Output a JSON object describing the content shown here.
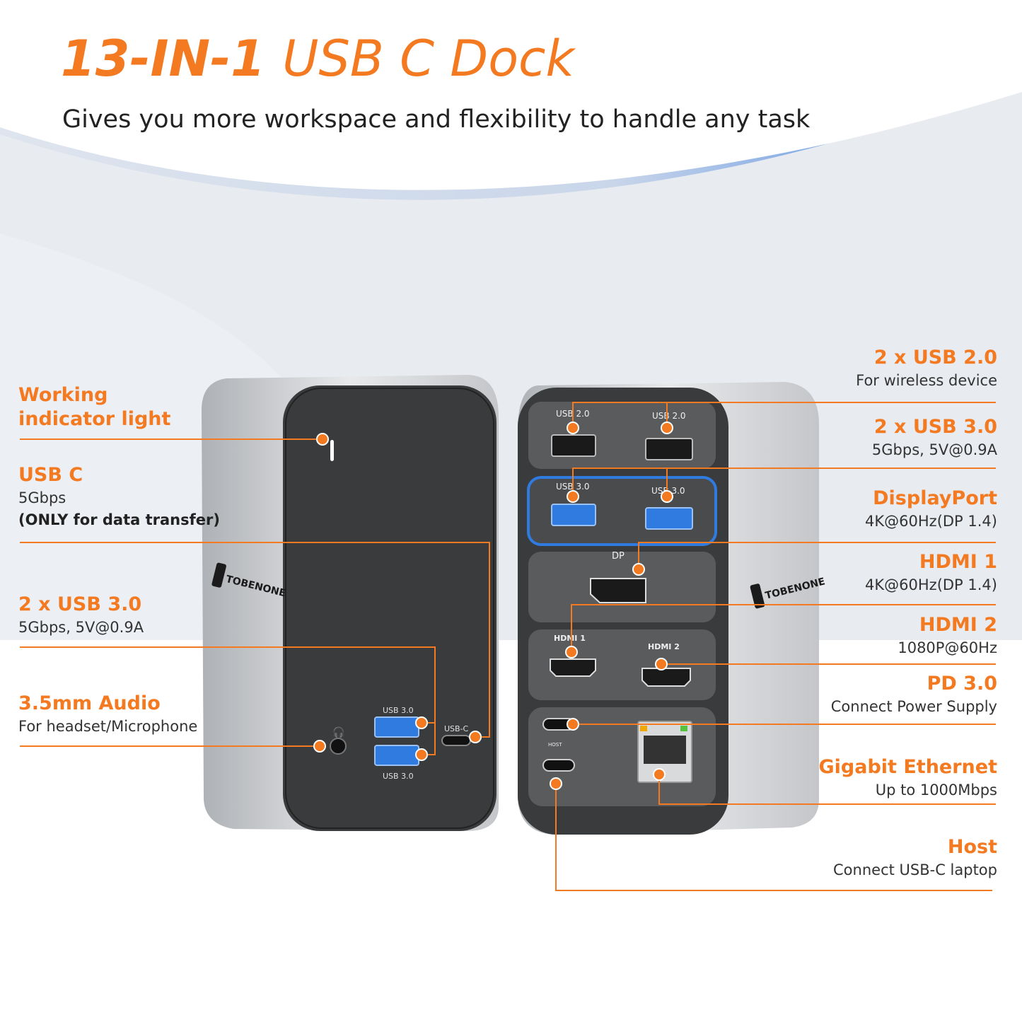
{
  "header": {
    "title_bold": "13-IN-1",
    "title_regular": "USB C Dock",
    "subtitle": "Gives you more workspace and flexibility to handle any task"
  },
  "brand": {
    "name": "TOBENONE"
  },
  "colors": {
    "accent": "#f47a21",
    "device_dark": "#3a3b3d",
    "device_silver": "#cfd1d4",
    "port_blue": "#2f7be0"
  },
  "callouts_left": [
    {
      "id": "indicator",
      "title_line1": "Working",
      "title_line2": "indicator light"
    },
    {
      "id": "usbc",
      "title": "USB C",
      "line1": "5Gbps",
      "line2": "(ONLY for data transfer)"
    },
    {
      "id": "usb30-front",
      "title": "2 x USB 3.0",
      "line1": "5Gbps, 5V@0.9A"
    },
    {
      "id": "audio",
      "title": "3.5mm Audio",
      "line1": "For headset/Microphone"
    }
  ],
  "callouts_right": [
    {
      "id": "usb20",
      "title": "2 x USB 2.0",
      "line1": "For wireless device"
    },
    {
      "id": "usb30-back",
      "title": "2 x USB 3.0",
      "line1": "5Gbps, 5V@0.9A"
    },
    {
      "id": "displayport",
      "title": "DisplayPort",
      "line1": "4K@60Hz(DP 1.4)"
    },
    {
      "id": "hdmi1",
      "title": "HDMI 1",
      "line1": "4K@60Hz(DP 1.4)"
    },
    {
      "id": "hdmi2",
      "title": "HDMI 2",
      "line1": "1080P@60Hz"
    },
    {
      "id": "pd",
      "title": "PD 3.0",
      "line1": "Connect Power Supply"
    },
    {
      "id": "ethernet",
      "title": "Gigabit Ethernet",
      "line1": "Up to 1000Mbps"
    },
    {
      "id": "host",
      "title": "Host",
      "line1": "Connect USB-C laptop"
    }
  ],
  "port_labels": {
    "front_usb_top": "USB 3.0",
    "front_usb_bottom": "USB 3.0",
    "front_usbc": "USB-C",
    "back_usb20_left": "USB 2.0",
    "back_usb20_right": "USB 2.0",
    "back_usb30_left": "USB 3.0",
    "back_usb30_right": "USB 3.0",
    "back_dp": "DP",
    "back_hdmi1": "HDMI 1",
    "back_hdmi2": "HDMI 2",
    "back_host": "HOST"
  }
}
